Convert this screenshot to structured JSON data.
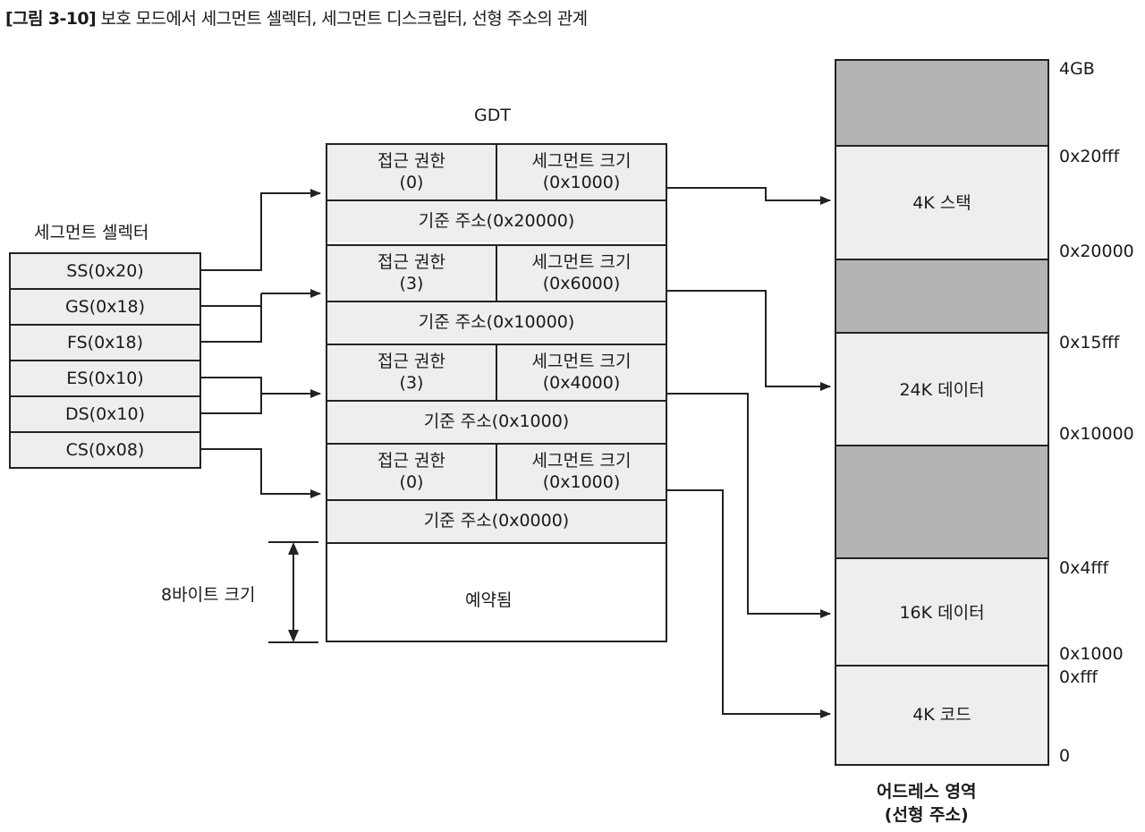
{
  "caption": {
    "figure_no": "[그림 3-10]",
    "title": "보호 모드에서 세그먼트 셀렉터, 세그먼트 디스크립터, 선형 주소의 관계"
  },
  "selectors": {
    "title": "세그먼트 셀렉터",
    "items": [
      "SS(0x20)",
      "GS(0x18)",
      "FS(0x18)",
      "ES(0x10)",
      "DS(0x10)",
      "CS(0x08)"
    ]
  },
  "gdt": {
    "title": "GDT",
    "descriptors": [
      {
        "access_label": "접근 권한",
        "access_value": "(0)",
        "size_label": "세그먼트 크기",
        "size_value": "(0x1000)",
        "base": "기준 주소(0x20000)"
      },
      {
        "access_label": "접근 권한",
        "access_value": "(3)",
        "size_label": "세그먼트 크기",
        "size_value": "(0x6000)",
        "base": "기준 주소(0x10000)"
      },
      {
        "access_label": "접근 권한",
        "access_value": "(3)",
        "size_label": "세그먼트 크기",
        "size_value": "(0x4000)",
        "base": "기준 주소(0x1000)"
      },
      {
        "access_label": "접근 권한",
        "access_value": "(0)",
        "size_label": "세그먼트 크기",
        "size_value": "(0x1000)",
        "base": "기준 주소(0x0000)"
      }
    ],
    "reserved": "예약됨",
    "size_note": "8바이트 크기"
  },
  "memory": {
    "title_line1": "어드레스 영역",
    "title_line2": "(선형 주소)",
    "blocks": [
      "",
      "4K 스택",
      "",
      "24K 데이터",
      "",
      "16K 데이터",
      "4K 코드"
    ],
    "addresses": [
      "4GB",
      "0x20fff",
      "0x20000",
      "0x15fff",
      "0x10000",
      "0x4fff",
      "0x1000",
      "0xfff",
      "0"
    ]
  }
}
